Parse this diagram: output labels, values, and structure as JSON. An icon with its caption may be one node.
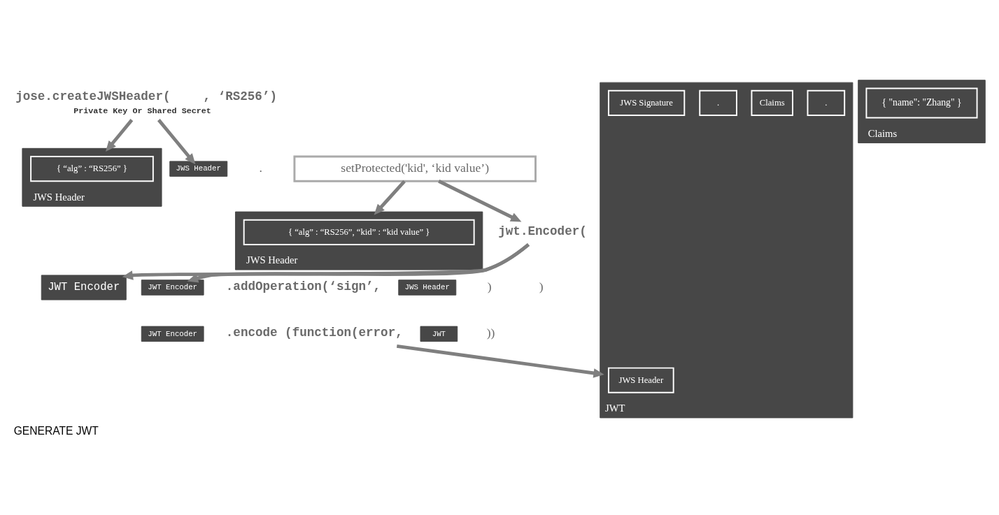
{
  "diagram": {
    "caption": "GENERATE JWT",
    "nodes": [
      {
        "text": [
          "jose.createJWSHeader(",
          ", ‘RS256’)"
        ],
        "beside": [
          "Private Key Or Shared Secret"
        ]
      },
      {
        "text": [
          "JWS Header"
        ]
      },
      {
        "text": [
          "{ “alg” : “RS256” }"
        ],
        "in": 1
      },
      {
        "text": [
          "JWS Header"
        ]
      },
      {
        "text": [
          "setProtected('kid', ‘kid value’)"
        ]
      },
      {
        "text": [
          "JWS Header"
        ]
      },
      {
        "text": [
          "{ “alg” : “RS256”, “kid” : “kid value” }"
        ],
        "in": 5
      },
      {
        "text": [
          "jwt.Encoder("
        ]
      },
      {
        "text": [
          "Claims"
        ]
      },
      {
        "text": [
          "{ \"name\": \"Zhang\" }"
        ],
        "in": 8
      },
      {
        "text": [
          "JWT Encoder"
        ]
      },
      {
        "text": [
          "JWT Encoder"
        ]
      },
      {
        "text": [
          ".addOperation(‘sign’,"
        ]
      },
      {
        "text": [
          "JWS Header"
        ]
      },
      {
        "text": [
          "JWT Encoder"
        ]
      },
      {
        "text": [
          ".encode (function(error,"
        ]
      },
      {
        "text": [
          "JWT"
        ]
      },
      {
        "text": [
          "JWT"
        ]
      },
      {
        "text": [
          "JWS Header"
        ],
        "in": 17
      },
      {
        "text": [
          "."
        ],
        "in": 17
      },
      {
        "text": [
          "Claims"
        ],
        "in": 17
      },
      {
        "text": [
          "."
        ],
        "in": 17
      },
      {
        "text": [
          "JWS Signature"
        ],
        "in": 17
      }
    ],
    "edges": [
      {
        "from": 0,
        "to": 3,
        "arrow": "to"
      },
      {
        "from": 4,
        "to": 7,
        "arrow": "to"
      },
      {
        "from": 7,
        "to": 11,
        "arrow": "to"
      },
      {
        "from": 0,
        "to": 1,
        "arrow": "to"
      },
      {
        "from": 4,
        "to": 5,
        "arrow": "to"
      },
      {
        "from": 7,
        "to": 10,
        "arrow": "to"
      },
      {
        "from": 15,
        "to": 17,
        "arrow": "to"
      }
    ],
    "labels": [
      ".",
      ")",
      ")",
      "))"
    ]
  }
}
